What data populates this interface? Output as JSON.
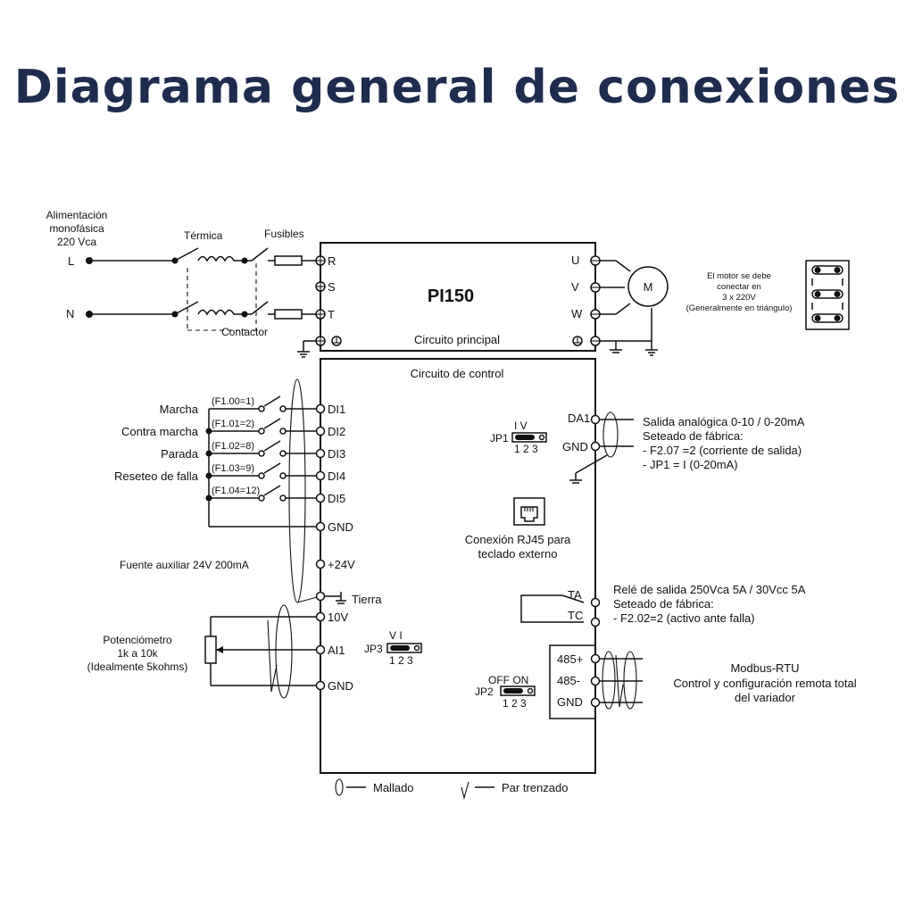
{
  "title": "Diagrama general de conexiones",
  "supply": {
    "line1": "Alimentación",
    "line2": "monofásica",
    "line3": "220 Vca",
    "L": "L",
    "N": "N"
  },
  "thermal": "Térmica",
  "fuses": "Fusibles",
  "contactor": "Contactor",
  "drive_model": "PI150",
  "main_circuit": "Circuito principal",
  "control_circuit": "Circuito de control",
  "terminals": {
    "R": "R",
    "S": "S",
    "T": "T",
    "U": "U",
    "V": "V",
    "W": "W",
    "DI1": "DI1",
    "DI2": "DI2",
    "DI3": "DI3",
    "DI4": "DI4",
    "DI5": "DI5",
    "GND": "GND",
    "P24": "+24V",
    "V10": "10V",
    "AI1": "AI1",
    "DA1": "DA1",
    "TA": "TA",
    "TC": "TC",
    "RS485P": "485+",
    "RS485N": "485-"
  },
  "motor": {
    "symbol": "M",
    "note1": "El motor se debe",
    "note2": "conectar en",
    "note3": "3 x 220V",
    "note4": "(Generalmente en triángulo)"
  },
  "inputs": {
    "marcha": "Marcha",
    "contra_marcha": "Contra marcha",
    "parada": "Parada",
    "reseteo": "Reseteo de falla",
    "p1": "(F1.00=1)",
    "p2": "(F1.01=2)",
    "p3": "(F1.02=8)",
    "p4": "(F1.03=9)",
    "p5": "(F1.04=12)"
  },
  "aux_supply": "Fuente auxiliar 24V 200mA",
  "earth": "Tierra",
  "pot": {
    "line1": "Potenciómetro",
    "line2": "1k a 10k",
    "line3": "(Idealmente 5kohms)"
  },
  "jp1": {
    "label": "JP1",
    "top": "I    V",
    "nums": "1  2  3"
  },
  "jp2": {
    "label": "JP2",
    "top": "OFF  ON",
    "nums": "1  2  3"
  },
  "jp3": {
    "label": "JP3",
    "top": "V    I",
    "nums": "1  2  3"
  },
  "analog_out": {
    "line1": "Salida analógica 0-10 / 0-20mA",
    "line2": "Seteado de fábrica:",
    "line3": "-   F2.07 =2 (corriente de salida)",
    "line4": "-   JP1 = I (0-20mA)"
  },
  "rj45": {
    "line1": "Conexión RJ45 para",
    "line2": "teclado externo"
  },
  "relay": {
    "line1": "Relé de salida 250Vca 5A / 30Vcc 5A",
    "line2": "Seteado de fábrica:",
    "line3": "-   F2.02=2 (activo ante falla)"
  },
  "modbus": {
    "line1": "Modbus-RTU",
    "line2": "Control y configuración remota total",
    "line3": "del variador"
  },
  "legend": {
    "shield": "Mallado",
    "twisted": "Par trenzado"
  }
}
